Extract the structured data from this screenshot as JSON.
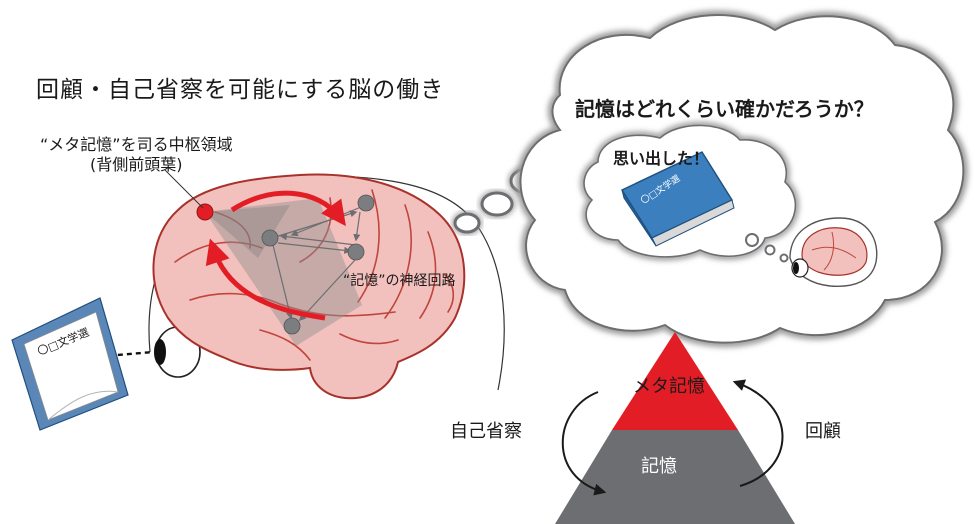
{
  "title": "回顧・自己省察を可能にする脳の働き",
  "brain_labels": {
    "meta_area_line1": "“メタ記憶”を司る中枢領域",
    "meta_area_line2": "(背側前頭葉)",
    "memory_circuit": "“記憶”の神経回路"
  },
  "thought": {
    "question": "記憶はどれくらい確かだろうか？",
    "recalled": "思い出した！"
  },
  "pyramid": {
    "top_label": "メタ記憶",
    "bottom_label": "記憶",
    "left_arrow_label": "自己省察",
    "right_arrow_label": "回顧"
  },
  "book_label": "〇□文学選",
  "colors": {
    "brain_fill": "#f3c1bd",
    "brain_outline": "#a8322b",
    "accent_red": "#e31d25",
    "pyramid_red": "#e31d25",
    "pyramid_gray": "#6d6e71",
    "node_gray": "#7c7d80",
    "book_blue": "#3b7fbf"
  }
}
